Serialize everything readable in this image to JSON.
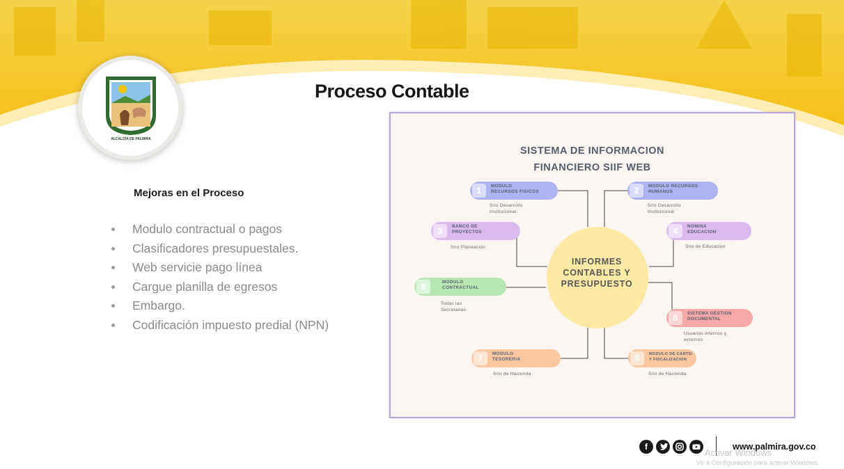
{
  "slide": {
    "title": "Proceso Contable",
    "logo_caption": "ALCALDÍA DE PALMIRA",
    "subtitle": "Mejoras en el Proceso",
    "bullets": [
      "Modulo contractual o pagos",
      "Clasificadores presupuestales.",
      "Web servicie pago línea",
      "Cargue planilla de egresos",
      "Embargo.",
      "Codificación impuesto predial (NPN)"
    ]
  },
  "diagram": {
    "title_line1": "SISTEMA DE INFORMACION",
    "title_line2": "FINANCIERO  SIIF WEB",
    "center": [
      "INFORMES",
      "CONTABLES Y",
      "PRESUPUESTO"
    ],
    "nodes": [
      {
        "num": "1",
        "label": [
          "MODULO",
          "RECURSOS FISICOS"
        ],
        "sub": [
          "Srio Desarrollo",
          "Institucional"
        ],
        "color": "#aeb4f2"
      },
      {
        "num": "2",
        "label": [
          "MODULO RECURSOS",
          "HUMANOS"
        ],
        "sub": [
          "Srio  Desarrollo",
          "Institucional"
        ],
        "color": "#aeb4f2"
      },
      {
        "num": "3",
        "label": [
          "BANCO DE",
          "PROYECTOS"
        ],
        "sub": [
          "Srio Planeación"
        ],
        "color": "#dbb8ee"
      },
      {
        "num": "4",
        "label": [
          "NOMINA",
          "EDUCACION"
        ],
        "sub": [
          "Srio de Educacion"
        ],
        "color": "#dbb8ee"
      },
      {
        "num": "5",
        "label": [
          "MODULO",
          "CONTRACTUAL"
        ],
        "sub": [
          "Todas las",
          "Secretarias"
        ],
        "color": "#b7e8b3"
      },
      {
        "num": "6",
        "label": [
          "SISTEMA GESTION",
          "DOCUMENTAL"
        ],
        "sub": [
          "Usuarios internos y",
          "externos"
        ],
        "color": "#f7a8a8"
      },
      {
        "num": "7",
        "label": [
          "MODULO",
          "TESORERIA"
        ],
        "sub": [
          "Srio  de Hacienda"
        ],
        "color": "#fbc7a1"
      },
      {
        "num": "8",
        "label": [
          "MODULO DE CARTERA",
          "Y FISCALIZACION"
        ],
        "sub": [
          "Srio de Hacienda"
        ],
        "color": "#fbc7a1"
      }
    ]
  },
  "footer": {
    "social_icons": [
      "facebook-icon",
      "twitter-icon",
      "instagram-icon",
      "youtube-icon"
    ],
    "url": "www.palmira.gov.co",
    "watermark_line1": "Activar Windows",
    "watermark_line2": "Ve a Configuración para activar Windows."
  },
  "colors": {
    "banner": "#f7c600",
    "diagram_border": "#b6a6dc",
    "center_circle": "#fde9a3"
  }
}
